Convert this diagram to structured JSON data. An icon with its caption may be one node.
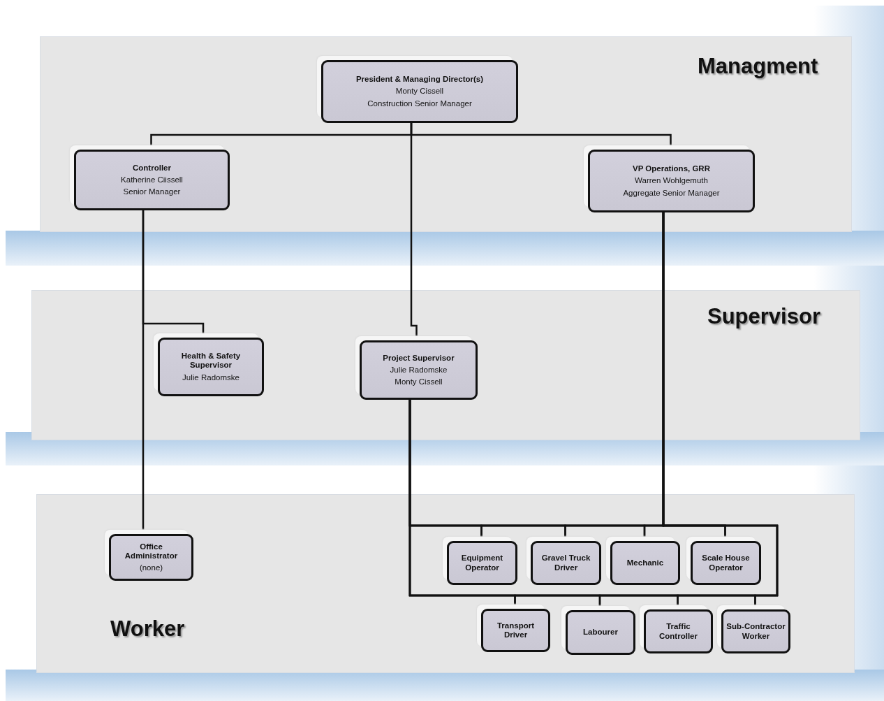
{
  "diagram": {
    "nodes": [
      {
        "text": [
          "Managment"
        ]
      },
      {
        "text": [
          "President & Managing Director(s)",
          "Monty Cissell",
          "Construction Senior Manager"
        ],
        "in": 0
      },
      {
        "text": [
          "Controller",
          "Katherine Ciissell",
          "Senior Manager"
        ],
        "in": 0
      },
      {
        "text": [
          "VP Operations, GRR",
          "Warren Wohlgemuth",
          "Aggregate Senior Manager"
        ],
        "in": 0
      },
      {
        "text": [
          "Supervisor"
        ]
      },
      {
        "text": [
          "Health & Safety Supervisor",
          "Julie Radomske"
        ],
        "in": 4
      },
      {
        "text": [
          "Project Supervisor",
          "Julie Radomske",
          "Monty Cissell"
        ],
        "in": 4
      },
      {
        "text": [
          "Worker"
        ]
      },
      {
        "text": [
          "Office Administrator",
          "(none)"
        ],
        "in": 7
      },
      {
        "text": [
          "Equipment Operator"
        ],
        "in": 7
      },
      {
        "text": [
          "Gravel Truck Driver"
        ],
        "in": 7
      },
      {
        "text": [
          "Mechanic"
        ],
        "in": 7
      },
      {
        "text": [
          "Scale House Operator"
        ],
        "in": 7
      },
      {
        "text": [
          "Transport Driver"
        ],
        "in": 7
      },
      {
        "text": [
          "Labourer"
        ],
        "in": 7
      },
      {
        "text": [
          "Traffic Controller"
        ],
        "in": 7
      },
      {
        "text": [
          "Sub-Contractor Worker"
        ],
        "in": 7
      }
    ],
    "edges": [
      {
        "from": 1,
        "to": 2,
        "arrow": "none"
      },
      {
        "from": 1,
        "to": 6,
        "arrow": "none"
      },
      {
        "from": 1,
        "to": 3,
        "arrow": "none"
      },
      {
        "from": 2,
        "to": 5,
        "arrow": "none"
      },
      {
        "from": 2,
        "to": 8,
        "arrow": "none"
      },
      {
        "from": 6,
        "to": 9,
        "arrow": "none"
      },
      {
        "from": 6,
        "to": 10,
        "arrow": "none"
      },
      {
        "from": 6,
        "to": 11,
        "arrow": "none"
      },
      {
        "from": 6,
        "to": 12,
        "arrow": "none"
      },
      {
        "from": 6,
        "to": 13,
        "arrow": "none"
      },
      {
        "from": 6,
        "to": 14,
        "arrow": "none"
      },
      {
        "from": 6,
        "to": 15,
        "arrow": "none"
      },
      {
        "from": 6,
        "to": 16,
        "arrow": "none"
      },
      {
        "from": 3,
        "to": 9,
        "arrow": "none"
      },
      {
        "from": 3,
        "to": 10,
        "arrow": "none"
      },
      {
        "from": 3,
        "to": 11,
        "arrow": "none"
      },
      {
        "from": 3,
        "to": 12,
        "arrow": "none"
      },
      {
        "from": 3,
        "to": 13,
        "arrow": "none"
      },
      {
        "from": 3,
        "to": 14,
        "arrow": "none"
      },
      {
        "from": 3,
        "to": 15,
        "arrow": "none"
      },
      {
        "from": 3,
        "to": 16,
        "arrow": "none"
      }
    ]
  }
}
